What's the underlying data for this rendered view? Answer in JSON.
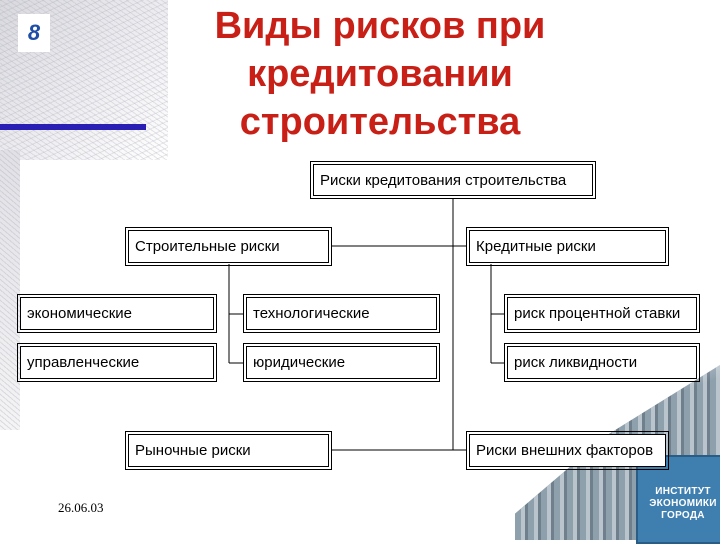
{
  "slide": {
    "number": "8",
    "title_lines": [
      "Виды рисков при",
      "кредитовании",
      "строительства"
    ],
    "date": "26.06.03"
  },
  "diagram": {
    "root": "Риски кредитования строительства",
    "construction_risks": {
      "label": "Строительные риски",
      "items": [
        "экономические",
        "технологические",
        "управленческие",
        "юридические"
      ]
    },
    "credit_risks": {
      "label": "Кредитные риски",
      "items": [
        "риск процентной ставки",
        "риск ликвидности"
      ]
    },
    "market_risks": "Рыночные риски",
    "external_risks": "Риски внешних факторов"
  },
  "logo_text": [
    "ИНСТИТУТ",
    "ЭКОНОМИКИ",
    "ГОРОДА"
  ],
  "colors": {
    "title": "#c81f17",
    "slide_number": "#1f4ea8",
    "accent_line": "#2a1fb4"
  }
}
